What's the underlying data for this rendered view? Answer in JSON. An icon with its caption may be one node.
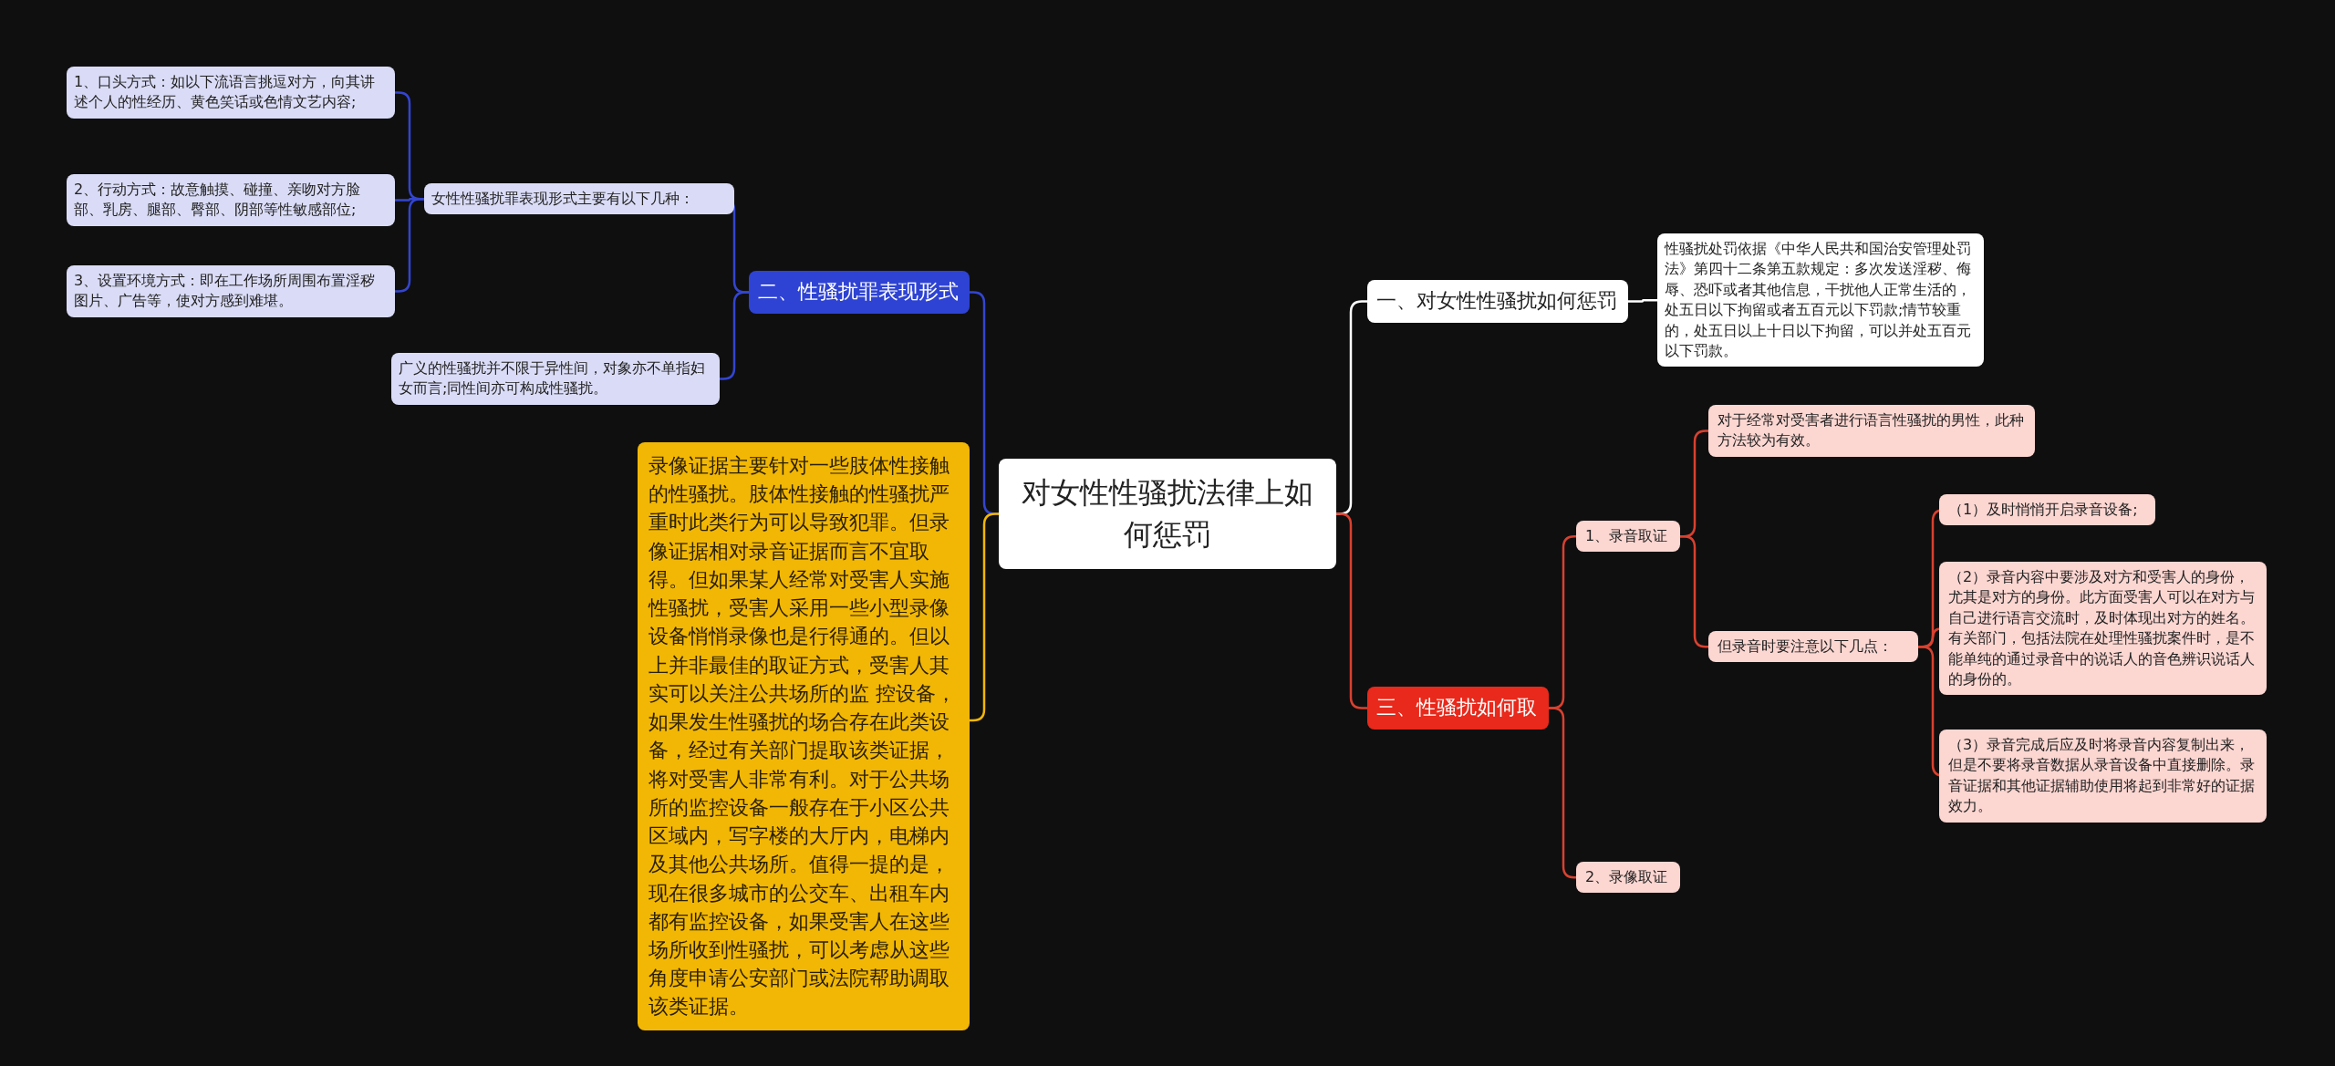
{
  "diagram": {
    "nodes": [
      {
        "text": [
          "对女性性骚扰法律上如何惩罚"
        ]
      },
      {
        "text": [
          "二、性骚扰罪表现形式"
        ]
      },
      {
        "text": [
          "女性性骚扰罪表现形式主要有以下几种："
        ]
      },
      {
        "text": [
          "1、口头方式：如以下流语言挑逗对方，向其讲述个人的性经历、黄色笑话或色情文艺内容;"
        ]
      },
      {
        "text": [
          "2、行动方式：故意触摸、碰撞、亲吻对方脸部、乳房、腿部、臀部、阴部等性敏感部位;"
        ]
      },
      {
        "text": [
          "3、设置环境方式：即在工作场所周围布置淫秽图片、广告等，使对方感到难堪。"
        ]
      },
      {
        "text": [
          "广义的性骚扰并不限于异性间，对象亦不单指妇女而言;同性间亦可构成性骚扰。"
        ]
      },
      {
        "text": [
          "录像证据主要针对一些肢体性接触的性骚扰。肢体性接触的性骚扰严重时此类行为可以导致犯罪。但录像证据相对录音证据而言不宜取得。但如果某人经常对受害人实施性骚扰，受害人采用一些小型录像设备悄悄录像也是行得通的。但以上并非最佳的取证方式，受害人其实可以关注公共场所的监 控设备，如果发生性骚扰的场合存在此类设备，经过有关部门提取该类证据，将对受害人非常有利。对于公共场所的监控设备一般存在于小区公共区域内，写字楼的大厅内，电梯内及其他公共场所。值得一提的是，现在很多城市的公交车、出租车内都有监控设备，如果受害人在这些场所收到性骚扰，可以考虑从这些角度申请公安部门或法院帮助调取该类证据。"
        ]
      },
      {
        "text": [
          "一、对女性性骚扰如何惩罚"
        ]
      },
      {
        "text": [
          "性骚扰处罚依据《中华人民共和国治安管理处罚法》第四十二条第五款规定：多次发送淫秽、侮辱、恐吓或者其他信息，干扰他人正常生活的，处五日以下拘留或者五百元以下罚款;情节较重的，处五日以上十日以下拘留，可以并处五百元以下罚款。"
        ]
      },
      {
        "text": [
          "三、性骚扰如何取"
        ]
      },
      {
        "text": [
          "1、录音取证"
        ]
      },
      {
        "text": [
          "对于经常对受害者进行语言性骚扰的男性，此种方法较为有效。"
        ]
      },
      {
        "text": [
          "但录音时要注意以下几点："
        ]
      },
      {
        "text": [
          "（1）及时悄悄开启录音设备;"
        ]
      },
      {
        "text": [
          "（2）录音内容中要涉及对方和受害人的身份，尤其是对方的身份。此方面受害人可以在对方与自己进行语言交流时，及时体现出对方的姓名。有关部门，包括法院在处理性骚扰案件时，是不能单纯的通过录音中的说话人的音色辨识说话人的身份的。"
        ]
      },
      {
        "text": [
          "（3）录音完成后应及时将录音内容复制出来，但是不要将录音数据从录音设备中直接删除。录音证据和其他证据辅助使用将起到非常好的证据效力。"
        ]
      },
      {
        "text": [
          "2、录像取证"
        ]
      }
    ],
    "edges": [
      {
        "from": 0,
        "to": 1,
        "arrow": "none",
        "color": "#3345d0"
      },
      {
        "from": 1,
        "to": 2,
        "arrow": "none",
        "color": "#3345d0"
      },
      {
        "from": 2,
        "to": 3,
        "arrow": "none",
        "color": "#3345d0"
      },
      {
        "from": 2,
        "to": 4,
        "arrow": "none",
        "color": "#3345d0"
      },
      {
        "from": 2,
        "to": 5,
        "arrow": "none",
        "color": "#3345d0"
      },
      {
        "from": 1,
        "to": 6,
        "arrow": "none",
        "color": "#3345d0"
      },
      {
        "from": 0,
        "to": 7,
        "arrow": "none",
        "color": "#f2b705"
      },
      {
        "from": 0,
        "to": 8,
        "arrow": "none",
        "color": "#ffffff"
      },
      {
        "from": 8,
        "to": 9,
        "arrow": "none",
        "color": "#ffffff"
      },
      {
        "from": 0,
        "to": 10,
        "arrow": "none"
      },
      {
        "from": 10,
        "to": 11,
        "arrow": "none"
      },
      {
        "from": 10,
        "to": 17,
        "arrow": "none"
      },
      {
        "from": 11,
        "to": 12,
        "arrow": "none"
      },
      {
        "from": 11,
        "to": 13,
        "arrow": "none"
      },
      {
        "from": 13,
        "to": 14,
        "arrow": "none"
      },
      {
        "from": 13,
        "to": 15,
        "arrow": "none"
      },
      {
        "from": 13,
        "to": 16,
        "arrow": "none"
      }
    ]
  }
}
